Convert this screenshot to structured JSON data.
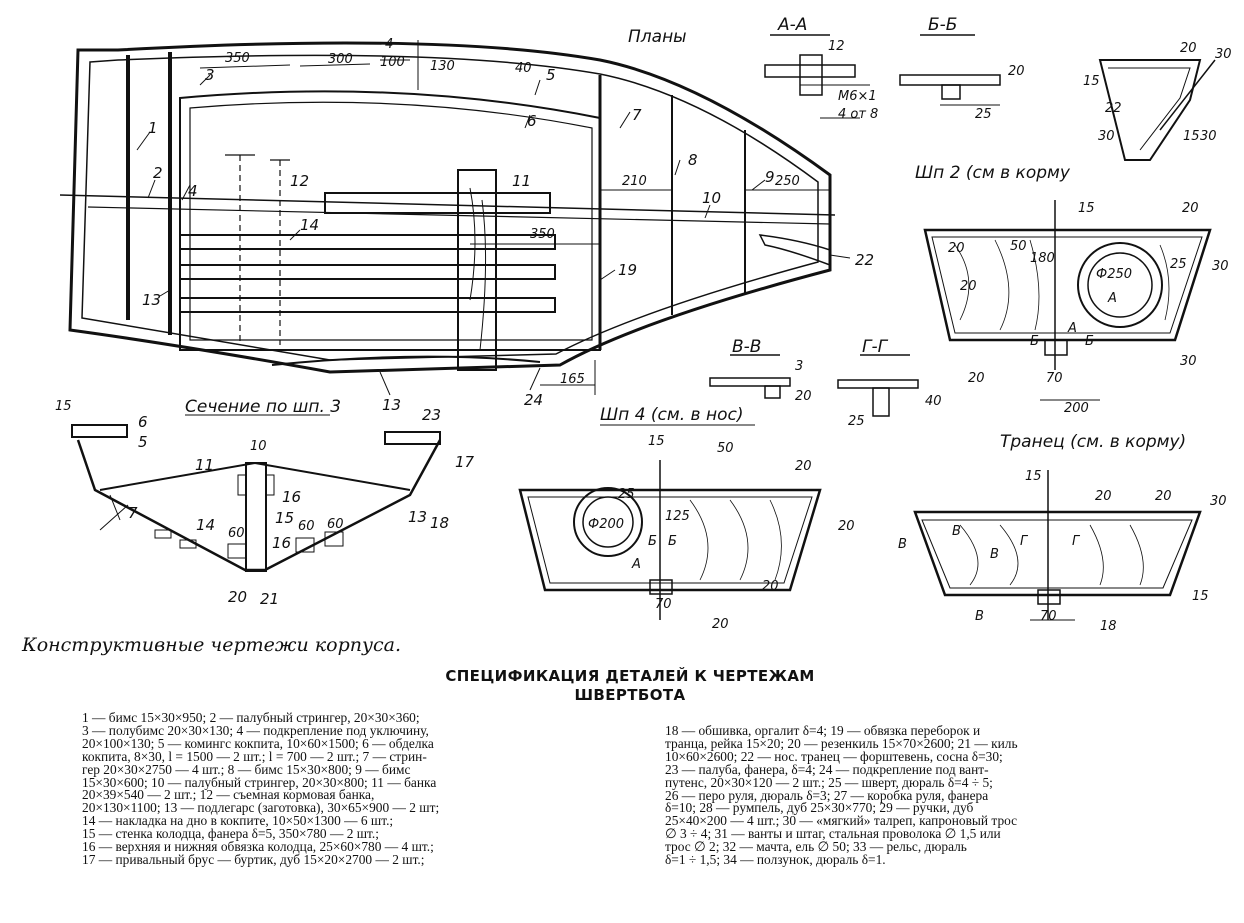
{
  "drawing": {
    "title_plans": "Планы",
    "section_aa": "А-А",
    "section_bb": "Б-Б",
    "section_vv": "В-В",
    "section_gg": "Г-Г",
    "frame2": "Шп 2 (см в корму",
    "frame4": "Шп 4 (см. в нос)",
    "section3": "Сечение по шп. 3",
    "transom": "Транец (см. в корму)",
    "plan_labels": [
      "1",
      "2",
      "3",
      "4",
      "5",
      "6",
      "7",
      "8",
      "9",
      "10",
      "11",
      "12",
      "13",
      "14",
      "19",
      "22",
      "24"
    ],
    "plan_dims": [
      "350",
      "300",
      "100",
      "130",
      "40",
      "4",
      "210",
      "250",
      "350",
      "165"
    ],
    "aa_dims": [
      "12",
      "М6×1",
      "4 от 8"
    ],
    "bb_dims": [
      "20",
      "25"
    ],
    "corner_dims": [
      "20",
      "30",
      "15",
      "22",
      "30",
      "15",
      "30"
    ],
    "frame2_dims": [
      "15",
      "20",
      "50",
      "180",
      "20",
      "Ф250",
      "25",
      "20",
      "20",
      "30",
      "70",
      "200",
      "30",
      "А",
      "А",
      "Б",
      "Б"
    ],
    "vv_dims": [
      "3",
      "20"
    ],
    "gg_dims": [
      "40",
      "25"
    ],
    "sec3_labels": [
      "15",
      "6",
      "5",
      "11",
      "10",
      "23",
      "17",
      "16",
      "7",
      "14",
      "60",
      "60",
      "60",
      "15",
      "16",
      "13",
      "18",
      "20",
      "21"
    ],
    "frame4_dims": [
      "15",
      "50",
      "20",
      "20",
      "25",
      "Ф200",
      "125",
      "20",
      "70",
      "20",
      "А",
      "Б",
      "Б"
    ],
    "transom_dims": [
      "15",
      "20",
      "20",
      "30",
      "В",
      "В",
      "Г",
      "Г",
      "В",
      "В",
      "70",
      "18",
      "15"
    ]
  },
  "caption": "Конструктивные чертежи корпуса.",
  "spec": {
    "title_line1": "СПЕЦИФИКАЦИЯ ДЕТАЛЕЙ К ЧЕРТЕЖАМ",
    "title_line2": "ШВЕРТБОТА",
    "left_lines": [
      "1 — бимс 15×30×950; 2 — палубный стрингер, 20×30×360;",
      "3 — полубимс 20×30×130; 4 — подкрепление под уключину,",
      "20×100×130; 5 — комингс кокпита, 10×60×1500; 6 — обделка",
      "кокпита, 8×30, l = 1500 — 2 шт.; l = 700 — 2 шт.; 7 — стрин-",
      "гер 20×30×2750 — 4 шт.; 8 — бимс 15×30×800; 9 — бимс",
      "15×30×600; 10 — палубный стрингер, 20×30×800; 11 — банка",
      "20×39×540 — 2 шт.; 12 — съемная кормовая банка,",
      "20×130×1100; 13 — подлегарс (заготовка), 30×65×900 — 2 шт;",
      "14 — накладка на дно в кокпите, 10×50×1300 — 6 шт.;",
      "15 — стенка колодца, фанера δ=5, 350×780 — 2 шт.;",
      "16 — верхняя и нижняя обвязка колодца, 25×60×780 — 4 шт.;",
      "17 — привальный брус — буртик, дуб 15×20×2700 — 2 шт.;"
    ],
    "right_lines": [
      "18 — обшивка, оргалит δ=4; 19 — обвязка переборок и",
      "транца, рейка 15×20; 20 — резенкиль 15×70×2600; 21 — киль",
      "10×60×2600; 22 — нос. транец — форштевень, сосна δ=30;",
      "23 — палуба, фанера, δ=4; 24 — подкрепление под вант-",
      "путенс, 20×30×120 — 2 шт.; 25 — шверт, дюраль δ=4 ÷ 5;",
      "26 — перо руля, дюраль δ=3; 27 — коробка руля, фанера",
      "δ=10; 28 — румпель, дуб 25×30×770; 29 — ручки, дуб",
      "25×40×200 — 4 шт.; 30 — «мягкий» талреп, капроновый трос",
      "∅ 3 ÷ 4; 31 — ванты и штаг, стальная проволока ∅ 1,5 или",
      "трос ∅ 2; 32 — мачта, ель ∅ 50; 33 — рельс, дюраль",
      "δ=1 ÷ 1,5; 34 — ползунок, дюраль δ=1."
    ]
  }
}
